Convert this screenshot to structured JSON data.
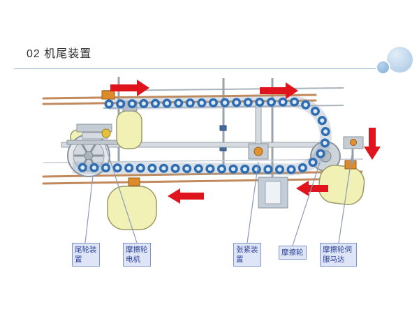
{
  "slide": {
    "title": "02 机尾装置"
  },
  "callouts": [
    {
      "id": "tail-wheel-device",
      "label": "尾轮装置"
    },
    {
      "id": "friction-wheel-motor",
      "label": "摩擦轮电机"
    },
    {
      "id": "tension-device",
      "label": "张紧装置"
    },
    {
      "id": "friction-wheel",
      "label": "摩擦轮"
    },
    {
      "id": "friction-wheel-servo",
      "label": "摩擦轮伺服马达"
    }
  ],
  "diagram": {
    "flow_arrows": [
      {
        "position": "top-left",
        "direction": "right"
      },
      {
        "position": "top-right",
        "direction": "right"
      },
      {
        "position": "right-end",
        "direction": "down"
      },
      {
        "position": "bottom-center",
        "direction": "left"
      },
      {
        "position": "bottom-right",
        "direction": "left"
      }
    ],
    "colors": {
      "arrow_red": "#e0141c",
      "roller_blue": "#2e6db2",
      "roller_core": "#dcebf9",
      "pod_yellow": "#f1f1b6",
      "rail_copper": "#c18a5c",
      "label_blue": "#2b3f96"
    }
  }
}
